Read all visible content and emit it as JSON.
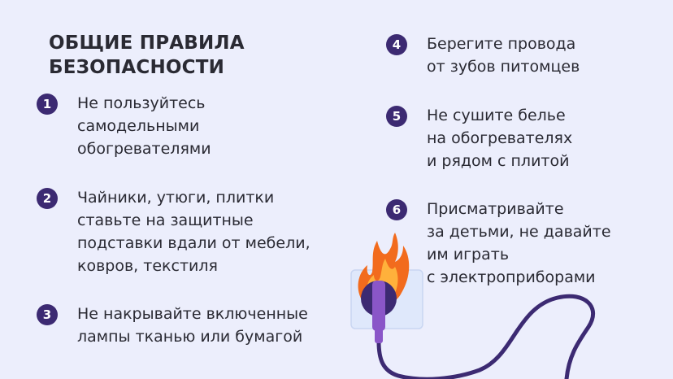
{
  "title": "ОБЩИЕ ПРАВИЛА\nБЕЗОПАСНОСТИ",
  "rules": [
    {
      "num": "1",
      "text": "Не пользуйтесь\nсамодельными\nобогревателями"
    },
    {
      "num": "2",
      "text": "Чайники, утюги, плитки\nставьте на защитные\nподставки вдали от мебели,\nковров, текстиля"
    },
    {
      "num": "3",
      "text": "Не накрывайте включенные\nлампы тканью или бумагой"
    },
    {
      "num": "4",
      "text": "Берегите провода\nот зубов питомцев"
    },
    {
      "num": "5",
      "text": "Не сушите белье\nна обогревателях\nи рядом с плитой"
    },
    {
      "num": "6",
      "text": "Присматривайте\nза детьми, не давайте\nим играть\nс электроприборами"
    }
  ],
  "colors": {
    "background": "#eceefc",
    "badge": "#3c2a72",
    "cord": "#3c2a72",
    "plug": "#8a56c8",
    "socket": "#dfe8fb",
    "flame_outer": "#f26b1d",
    "flame_inner": "#ffb13b"
  },
  "illustration": {
    "icon": "burning-socket-plug-icon"
  }
}
